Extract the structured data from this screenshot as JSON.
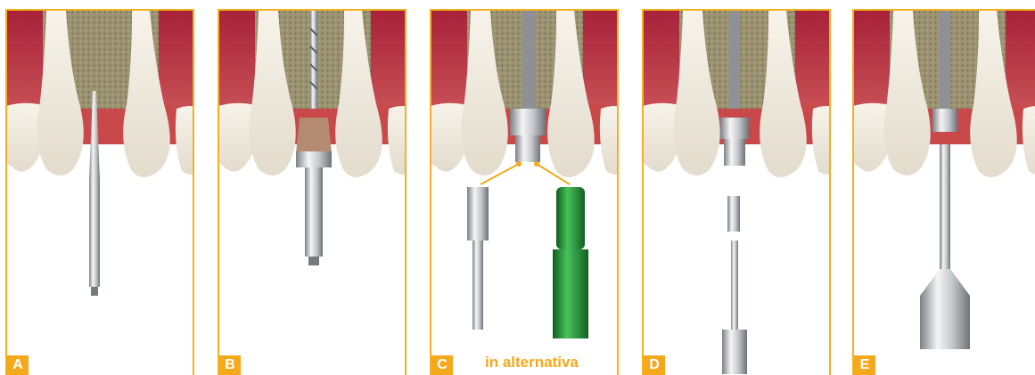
{
  "panels": [
    {
      "label": "A"
    },
    {
      "label": "B"
    },
    {
      "label": "C",
      "caption": "in alternativa"
    },
    {
      "label": "D"
    },
    {
      "label": "E"
    }
  ],
  "colors": {
    "border": "#f4b11e",
    "label_bg": "#f4a81c",
    "gum": "#c0303c",
    "bone": "#8a8361",
    "tooth": "#f1ece2",
    "metal": "#b9bcc0",
    "green_tool": "#2e9a3a"
  },
  "icons": [
    "dental-scene",
    "pilot-drill",
    "drill-with-stop",
    "screwdriver",
    "green-adapter",
    "abutment",
    "hex-key"
  ]
}
